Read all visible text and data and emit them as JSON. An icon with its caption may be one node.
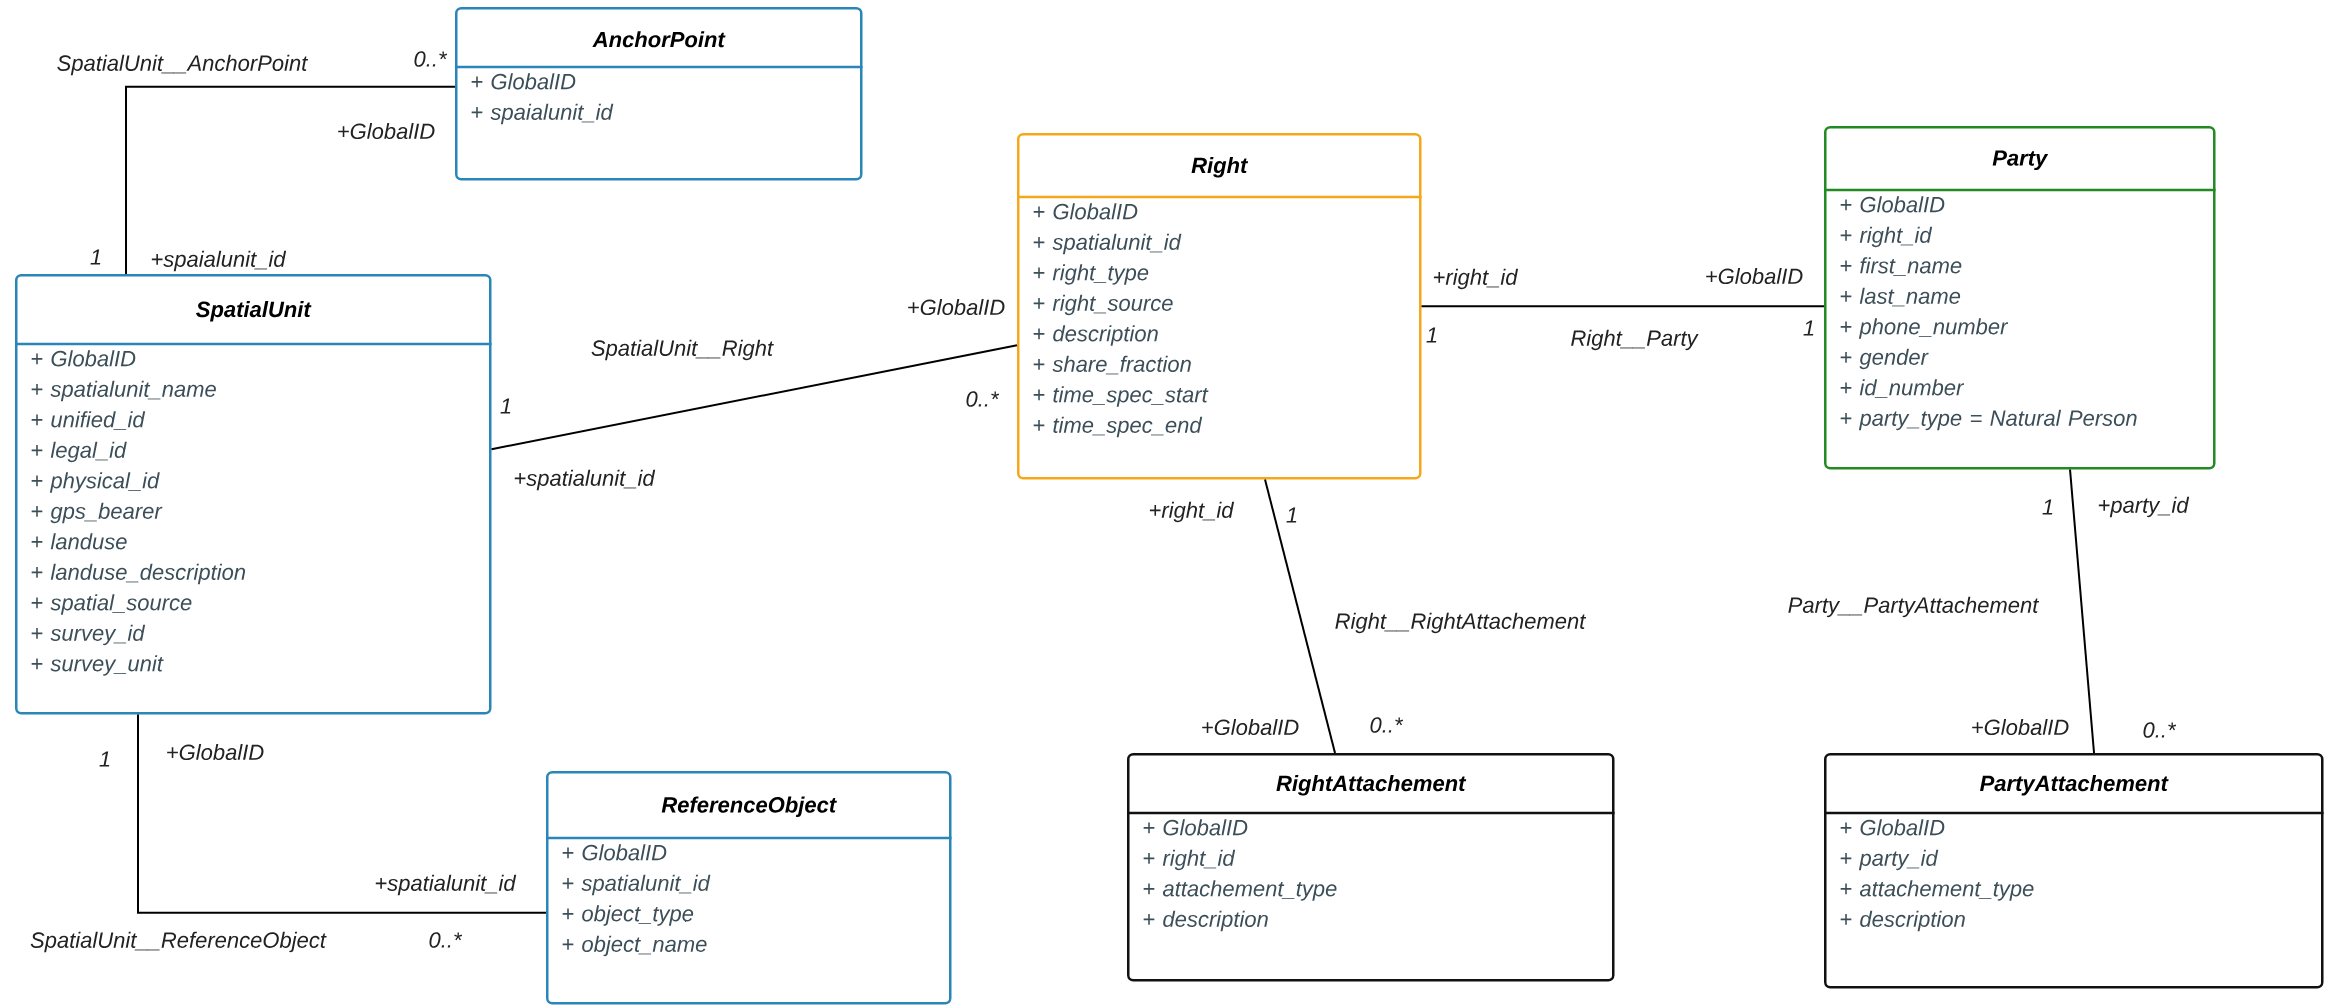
{
  "diagram": {
    "nodes": [
      {
        "text": [
          "AnchorPoint",
          "+ GlobalID",
          "+ spaialunit_id"
        ]
      },
      {
        "text": [
          "SpatialUnit",
          "+ GlobalID",
          "+ spatialunit_name",
          "+ unified_id",
          "+ legal_id",
          "+ physical_id",
          "+ gps_bearer",
          "+ landuse",
          "+ landuse_description",
          "+ spatial_source",
          "+ survey_id",
          "+ survey_unit"
        ]
      },
      {
        "text": [
          "Right",
          "+ GlobalID",
          "+ spatialunit_id",
          "+ right_type",
          "+ right_source",
          "+ description",
          "+ share_fraction",
          "+ time_spec_start",
          "+ time_spec_end"
        ]
      },
      {
        "text": [
          "Party",
          "+ GlobalID",
          "+ right_id",
          "+ first_name",
          "+ last_name",
          "+ phone_number",
          "+ gender",
          "+ id_number",
          "+ party_type = Natural Person"
        ]
      },
      {
        "text": [
          "ReferenceObject",
          "+ GlobalID",
          "+ spatialunit_id",
          "+ object_type",
          "+ object_name"
        ]
      },
      {
        "text": [
          "RightAttachement",
          "+ GlobalID",
          "+ right_id",
          "+ attachement_type",
          "+ description"
        ]
      },
      {
        "text": [
          "PartyAttachement",
          "+ GlobalID",
          "+ party_id",
          "+ attachement_type",
          "+ description"
        ]
      }
    ],
    "edges": [
      {
        "from": 1,
        "to": 0,
        "arrow": "none",
        "label": "SpatialUnit__AnchorPoint"
      },
      {
        "from": 1,
        "to": 2,
        "arrow": "none",
        "label": "SpatialUnit__Right"
      },
      {
        "from": 2,
        "to": 3,
        "arrow": "none",
        "label": "Right__Party"
      },
      {
        "from": 2,
        "to": 5,
        "arrow": "none",
        "label": "Right__RightAttachement"
      },
      {
        "from": 3,
        "to": 6,
        "arrow": "none",
        "label": "Party__PartyAttachement"
      },
      {
        "from": 1,
        "to": 4,
        "arrow": "none",
        "label": "SpatialUnit__ReferenceObject"
      }
    ],
    "labels": [
      "0..*",
      "+GlobalID",
      "1",
      "+spaialunit_id",
      "+GlobalID",
      "1",
      "0..*",
      "+spatialunit_id",
      "+right_id",
      "+GlobalID",
      "1",
      "1",
      "+right_id",
      "1",
      "1",
      "+party_id",
      "+GlobalID",
      "0..*",
      "+GlobalID",
      "0..*",
      "1",
      "+GlobalID",
      "+spatialunit_id",
      "0..*"
    ]
  }
}
